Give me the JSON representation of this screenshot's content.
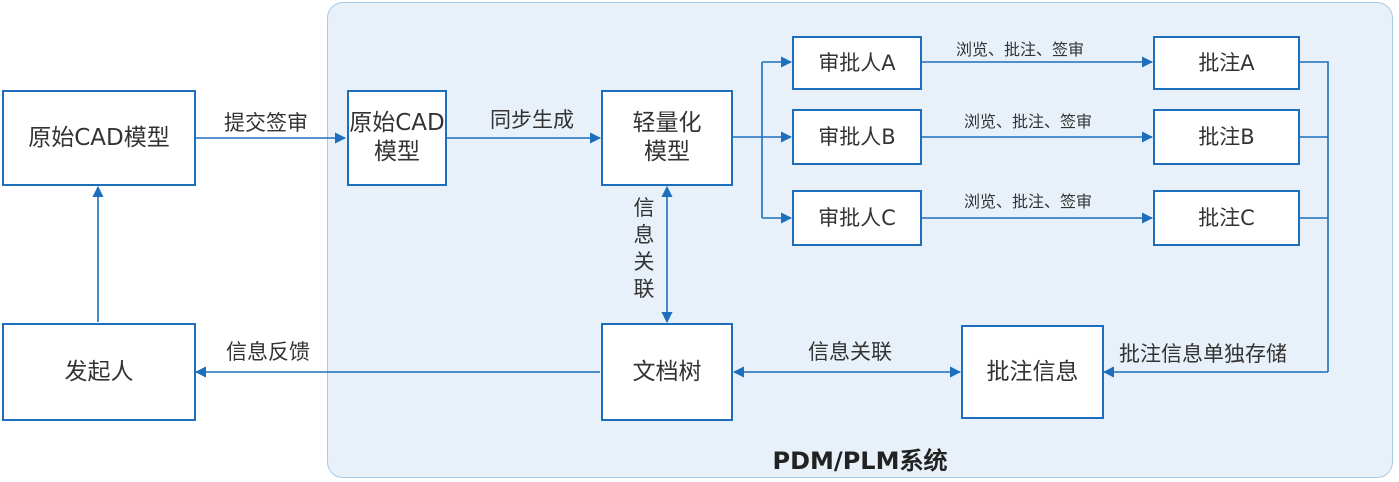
{
  "region": {
    "title": "PDM/PLM系统"
  },
  "boxes": {
    "original_cad_outside": "原始CAD模型",
    "original_cad_inside_line1": "原始CAD",
    "original_cad_inside_line2": "模型",
    "lightweight_line1": "轻量化",
    "lightweight_line2": "模型",
    "approver_a": "审批人A",
    "approver_b": "审批人B",
    "approver_c": "审批人C",
    "annotation_a": "批注A",
    "annotation_b": "批注B",
    "annotation_c": "批注C",
    "initiator": "发起人",
    "doc_tree": "文档树",
    "annotation_info": "批注信息"
  },
  "labels": {
    "submit_review": "提交签审",
    "sync_generate": "同步生成",
    "browse_a": "浏览、批注、签审",
    "browse_b": "浏览、批注、签审",
    "browse_c": "浏览、批注、签审",
    "info_link_vertical": [
      "信",
      "息",
      "关",
      "联"
    ],
    "info_link_horizontal": "信息关联",
    "info_feedback": "信息反馈",
    "annotation_store": "批注信息单独存储"
  },
  "colors": {
    "stroke": "#1d6fbd",
    "region_fill": "#e8f1f9",
    "region_border": "#a9cbe8"
  }
}
